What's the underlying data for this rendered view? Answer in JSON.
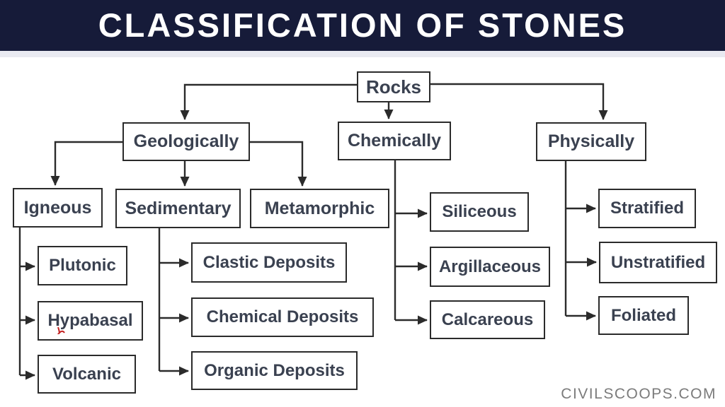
{
  "header": {
    "title": "CLASSIFICATION OF STONES"
  },
  "watermark": "CIVILSCOOPS.COM",
  "colors": {
    "header_bg": "#161b39",
    "box_border": "#2b2b2b",
    "text": "#3a4150",
    "line": "#2b2b2b",
    "watermark_text": "#7b7b7b",
    "spellcheck_mark": "#c32222"
  },
  "diagram": {
    "root": {
      "label": "Rocks"
    },
    "categories": [
      {
        "label": "Geologically"
      },
      {
        "label": "Chemically"
      },
      {
        "label": "Physically"
      }
    ],
    "geological": [
      {
        "label": "Igneous"
      },
      {
        "label": "Sedimentary"
      },
      {
        "label": "Metamorphic"
      }
    ],
    "igneous": [
      {
        "label": "Plutonic"
      },
      {
        "label": "Hypabasal"
      },
      {
        "label": "Volcanic"
      }
    ],
    "sedimentary": [
      {
        "label": "Clastic Deposits"
      },
      {
        "label": "Chemical Deposits"
      },
      {
        "label": "Organic Deposits"
      }
    ],
    "chemical": [
      {
        "label": "Siliceous"
      },
      {
        "label": "Argillaceous"
      },
      {
        "label": "Calcareous"
      }
    ],
    "physical": [
      {
        "label": "Stratified"
      },
      {
        "label": "Unstratified"
      },
      {
        "label": "Foliated"
      }
    ]
  }
}
